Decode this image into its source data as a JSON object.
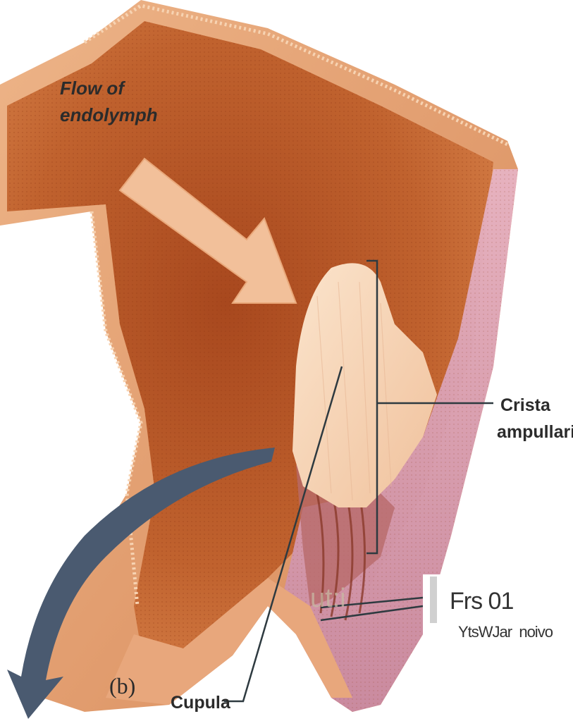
{
  "labels": {
    "flow_line1": "Flow of",
    "flow_line2": "endolymph",
    "crista_line1": "Crista",
    "crista_line2": "ampullaris",
    "panel": "(b)",
    "cupula": "Cupula",
    "hair_cells": "ut:i",
    "overlay_code": "Frs 01",
    "overlay_sub": "YtsWJar  noivo"
  },
  "colors": {
    "wall_outer": "#e6a270",
    "wall_inner": "#b8562a",
    "membrane_pink": "#d9a0b4",
    "cupula": "#f6d2b4",
    "arrow_flow": "#f2c09a",
    "arrow_curve": "#4a5a70",
    "leader": "#2e3a40"
  }
}
